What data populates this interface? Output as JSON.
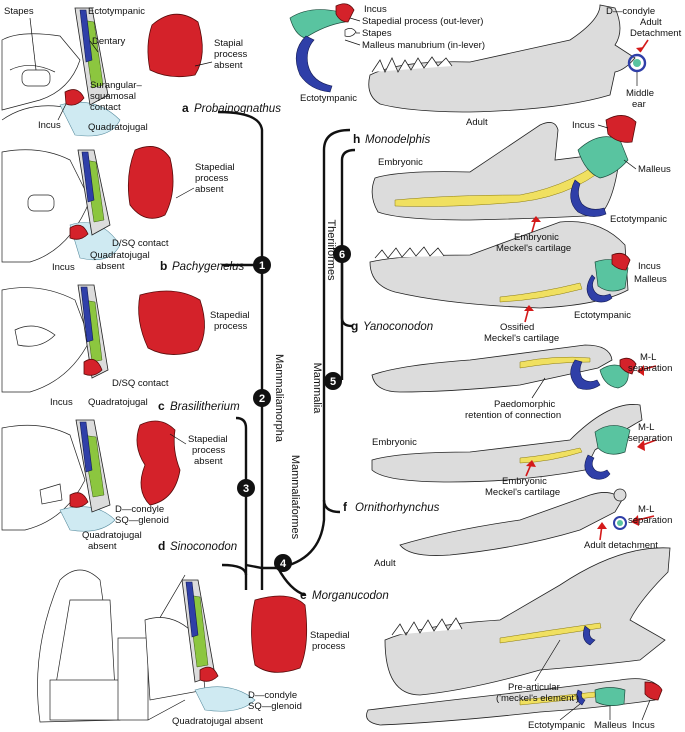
{
  "taxa": {
    "a": {
      "letter": "a",
      "name": "Probainognathus"
    },
    "b": {
      "letter": "b",
      "name": "Pachygenelus"
    },
    "c": {
      "letter": "c",
      "name": "Brasilitherium"
    },
    "d": {
      "letter": "d",
      "name": "Sinoconodon"
    },
    "e": {
      "letter": "e",
      "name": "Morganucodon"
    },
    "f": {
      "letter": "f",
      "name": "Ornithorhynchus"
    },
    "g": {
      "letter": "g",
      "name": "Yanoconodon"
    },
    "h": {
      "letter": "h",
      "name": "Monodelphis"
    }
  },
  "nodes": [
    "1",
    "2",
    "3",
    "4",
    "5",
    "6"
  ],
  "clades": {
    "mammaliamorpha": "Mammaliamorpha",
    "mammaliaformes": "Mammaliaformes",
    "mammalia": "Mammalia",
    "theriiformes": "Theriiformes"
  },
  "labels": {
    "stapes": "Stapes",
    "ectotympanic": "Ectotympanic",
    "dentary": "Dentary",
    "surangular_1": "Surangular–",
    "surangular_2": "squamosal",
    "surangular_3": "contact",
    "incus": "Incus",
    "quadratojugal": "Quadratojugal",
    "stapial_process_1": "Stapial",
    "stapial_process_2": "process",
    "stapial_process_3": "absent",
    "stapedial_absent_1": "Stapedial",
    "stapedial_absent_2": "process",
    "stapedial_absent_3": "absent",
    "dsq_contact": "D/SQ contact",
    "quadratojugal_absent_1": "Quadratojugal",
    "quadratojugal_absent_2": "absent",
    "stapedial_process_1": "Stapedial",
    "stapedial_process_2": "process",
    "d_condyle": "D—condyle",
    "sq_glenoid": "SQ—glenoid",
    "quadratojugal_absent_one": "Quadratojugal absent",
    "top_incus": "Incus",
    "top_stapedial_out": "Stapedial process (out-lever)",
    "top_stapes": "Stapes",
    "top_malleus": "Malleus manubrium (in-lever)",
    "top_ectotympanic": "Ectotympanic",
    "adult": "Adult",
    "top_d_condyle": "D—condyle",
    "adult_detachment_1": "Adult",
    "adult_detachment_2": "Detachment",
    "middle_ear_1": "Middle",
    "middle_ear_2": "ear",
    "embryonic": "Embryonic",
    "malleus": "Malleus",
    "embryonic_meckel_1": "Embryonic",
    "embryonic_meckel_2": "Meckel's cartilage",
    "ossified_meckel_1": "Ossified",
    "ossified_meckel_2": "Meckel's cartilage",
    "ml_separation_1": "M-L",
    "ml_separation_2": "separation",
    "paedomorphic_1": "Paedomorphic",
    "paedomorphic_2": "retention of connection",
    "adult_detachment": "Adult detachment",
    "pre_articular_1": "Pre-articular",
    "pre_articular_2": "('meckel's element')"
  },
  "colors": {
    "incus": "#d4222a",
    "malleus": "#59c4a0",
    "ectotympanic": "#2f3fa8",
    "dentary": "#8cc63f",
    "quadratojugal": "#cfeaf2",
    "meckel": "#f0e060",
    "arrow": "#d41a1a"
  }
}
